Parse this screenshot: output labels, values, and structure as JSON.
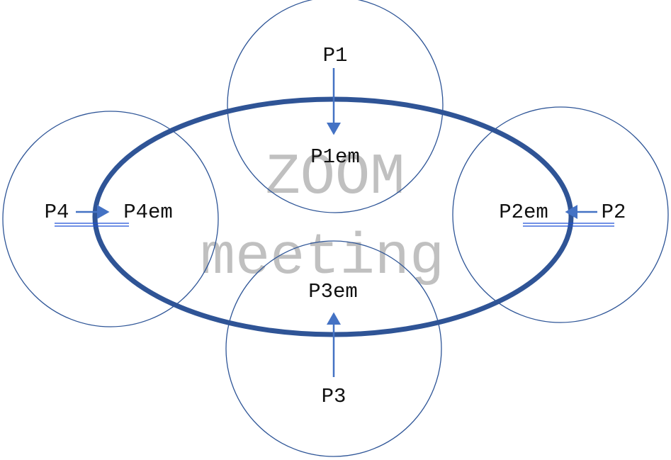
{
  "diagram": {
    "colors": {
      "circle_stroke": "#2e5597",
      "ellipse_stroke": "#2f5496",
      "arrow": "#4472c4",
      "underline": "#1f4fd8",
      "text": "#111111",
      "watermark": "#c0c0c0",
      "background": "#ffffff"
    },
    "center": {
      "title": "ZOOM",
      "subtitle": "meeting"
    },
    "participants": [
      {
        "id": "P1",
        "label": "P1",
        "em_label": "P1em",
        "position": "top",
        "arrow_direction": "down"
      },
      {
        "id": "P2",
        "label": "P2",
        "em_label": "P2em",
        "position": "right",
        "arrow_direction": "left"
      },
      {
        "id": "P3",
        "label": "P3",
        "em_label": "P3em",
        "position": "bottom",
        "arrow_direction": "up"
      },
      {
        "id": "P4",
        "label": "P4",
        "em_label": "P4em",
        "position": "left",
        "arrow_direction": "right"
      }
    ]
  }
}
